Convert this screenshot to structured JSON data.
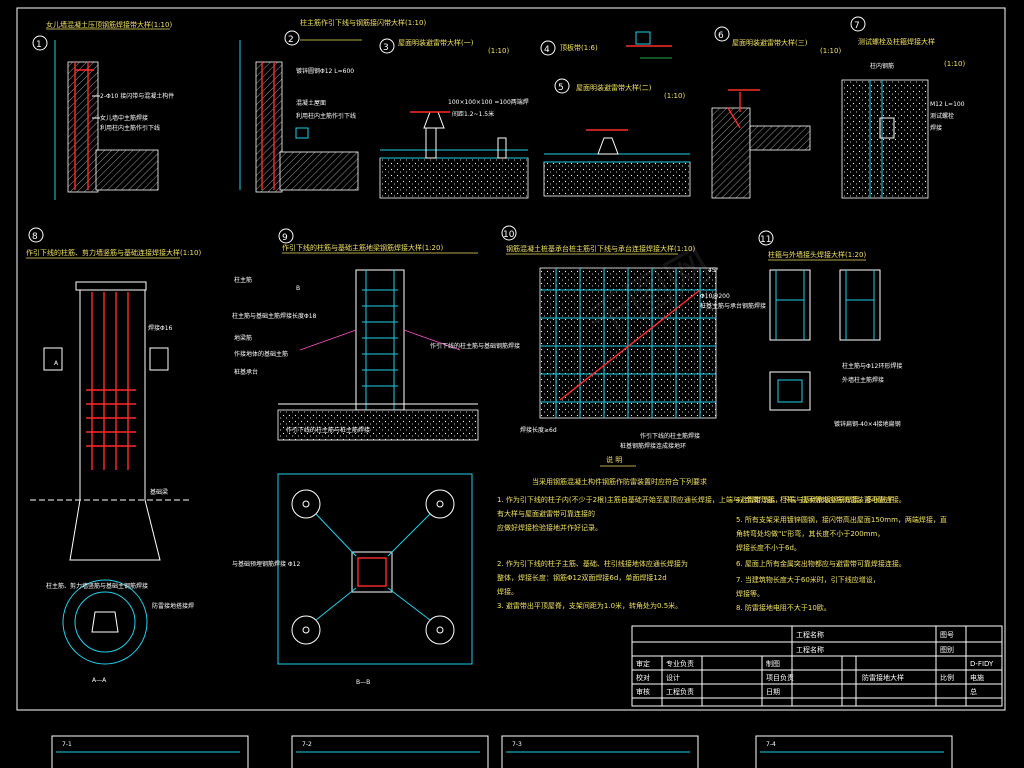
{
  "details": {
    "d1": {
      "num": "1",
      "title": "女儿墙混凝土压顶钢筋焊接带大样(1:10)",
      "notes": [
        "2-Φ10 接闪带与混凝土构件",
        "女儿墙中主筋焊接",
        "利用柱内主筋作引下线"
      ]
    },
    "d2": {
      "num": "2",
      "title": "柱主筋作引下线与钢筋接闪带大样(1:10)",
      "notes": [
        "镀锌圆钢Φ12 L=600",
        "混凝土屋面",
        "利用柱内主筋作引下线"
      ]
    },
    "d3": {
      "num": "3",
      "title": "屋面明装避雷带大样(一)",
      "scale": "(1:10)",
      "dims": "100×100×100 =100两端焊",
      "sub": "间距1.2~1.5米"
    },
    "d4": {
      "num": "4",
      "title": "顶板带(1:6)"
    },
    "d5": {
      "num": "5",
      "title": "屋面明装避雷带大样(二)",
      "scale": "(1:10)"
    },
    "d6": {
      "num": "6",
      "title": "屋面明装避雷带大样(三)",
      "scale": "(1:10)"
    },
    "d7": {
      "num": "7",
      "title": "测试螺栓及柱箍焊接大样",
      "scale": "(1:10)",
      "notes": [
        "柱内钢筋",
        "M12 L=100",
        "测试螺栓",
        "焊接"
      ]
    },
    "d8": {
      "num": "8",
      "title": "作引下线的柱筋、剪力墙竖筋与基础连接焊接大样(1:10)",
      "labels": [
        "焊接Φ16",
        "基础梁",
        "A",
        "A—A"
      ],
      "notes": [
        "柱主筋、剪力墙竖筋与基础主钢筋焊接",
        "防雷接地搭接焊"
      ]
    },
    "d9": {
      "num": "9",
      "title": "作引下线的柱筋与基础主筋地梁钢筋焊接大样(1:20)",
      "labels": [
        "B",
        "B—B"
      ],
      "notes": [
        "柱主筋",
        "柱主筋与基础主筋焊接长度Φ18",
        "地梁筋",
        "作接地体的基础主筋",
        "桩基承台",
        "作引下线的柱主筋与桩主筋焊接",
        "作引下线的柱主筋与基础钢筋焊接",
        "与基础预埋钢筋焊接 Φ12"
      ]
    },
    "d10": {
      "num": "10",
      "title": "钢筋混凝土桩基承台桩主筋引下线与承台连接焊接大样(1:10)",
      "notes": [
        "Φ10@200",
        "桩基主筋与承台钢筋焊接",
        "焊接长度≥6d",
        "作引下线的柱主筋焊接",
        "桩基钢筋焊接连成接地环"
      ],
      "angle": "45°"
    },
    "d11": {
      "num": "11",
      "title": "柱箍与外墙接头焊接大样(1:20)",
      "notes": [
        "柱主筋与Φ12环形焊接",
        "外墙柱主筋焊接",
        "镀锌扁钢-40×4接地扁钢"
      ]
    }
  },
  "explanation": {
    "heading": "说 明",
    "intro": "当采用钢筋混凝土构件钢筋作防雷装置时应符合下列要求",
    "left": [
      "1. 作为引下线的柱子内(不少于2根)主筋自基础开始至屋顶应通长焊接，上端与避雷带焊接，下端与基础底板钢筋焊接，多根柱子",
      "   有大样与屋面避雷带可靠连接的",
      "   应做好焊接检验接地并作好记录。",
      "2. 作为引下线的柱子主筋、基础、柱引线接地体应通长焊接为",
      "   整体，焊接长度：钢筋Φ12双面焊接6d，单面焊接12d",
      "   焊接。",
      "3. 避雷带出平顶屋脊，支架间距为1.0米，转角处为0.5米。"
    ],
    "right": [
      "4. 金属门窗、栏杆、扶手等均应与防雷装置可靠连接。",
      "5. 所有支架采用镀锌圆钢，接闪带高出屋面150mm，两端焊接，直",
      "   角转弯处均做“L”形弯，其长度不小于200mm，",
      "   焊接长度不小于6d。",
      "6. 屋面上所有金属突出物都应与避雷带可靠焊接连接。",
      "7. 当建筑物长度大于60米时，引下线应增设，",
      "   焊接等。",
      "8. 防雷接地电阻不大于10欧。"
    ]
  },
  "title_block": {
    "row1": [
      "工程名称",
      "图号"
    ],
    "row2": [
      "工程名称",
      "图别"
    ],
    "cells": [
      "审定",
      "专业负责",
      "校对",
      "设计",
      "审核",
      "工程负责",
      "制图",
      "项目负责",
      "日期",
      "比例",
      "防雷接地大样"
    ],
    "drawing_title": "防雷接地大样",
    "code": "D-FIDY",
    "scale_label": "电施",
    "sheet": "总"
  },
  "thumbnails": [
    "7-1",
    "7-2",
    "7-3",
    "7-4"
  ],
  "watermark": "千图网"
}
